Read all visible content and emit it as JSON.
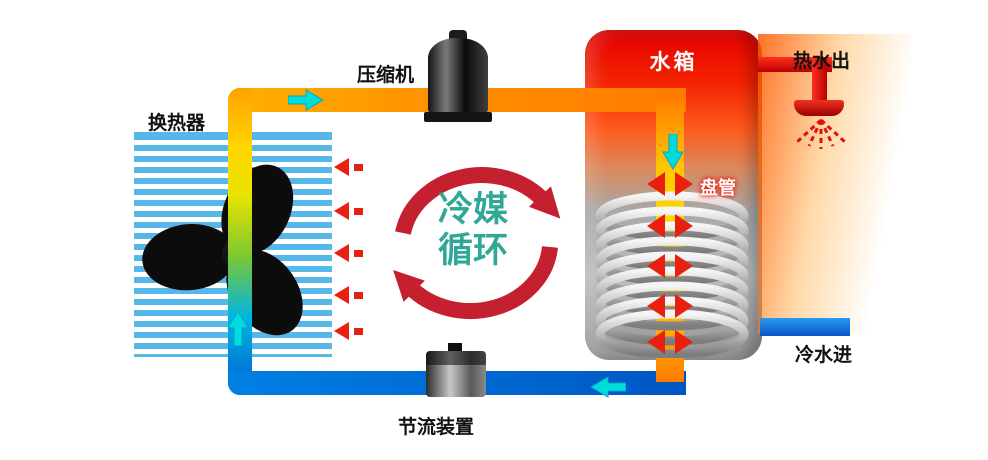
{
  "labels": {
    "heat_exchanger": "换热器",
    "compressor": "压缩机",
    "water_tank": "水箱",
    "hot_water_out": "热水出",
    "coil": "盘管",
    "cold_water_in": "冷水进",
    "throttle": "节流装置",
    "refrigerant_line1": "冷媒",
    "refrigerant_line2": "循环"
  },
  "colors": {
    "hot_pipe": "#ff8800",
    "cold_pipe": "#0070d2",
    "flow_arrow": "#00dcdc",
    "heat_arrow": "#e8200f",
    "cycle_arrow": "#c42030",
    "refrigerant_text": "#2fa897",
    "tank_top": "#e60000",
    "fins": "#56b7e9"
  }
}
